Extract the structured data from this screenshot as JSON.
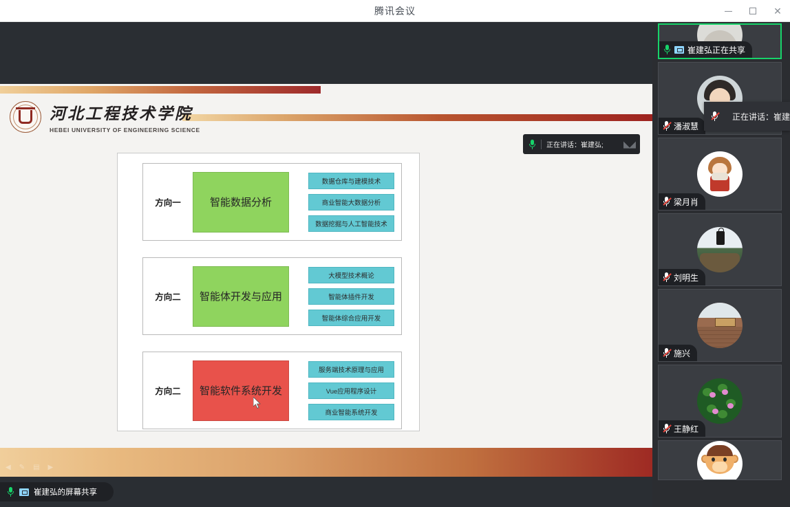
{
  "window": {
    "title": "腾讯会议",
    "minimize_label": "最小化",
    "maximize_label": "最大化",
    "close_label": "关闭"
  },
  "slide": {
    "brand_cn": "河北工程技术学院",
    "brand_en": "HEBEI UNIVERSITY OF ENGINEERING SCIENCE",
    "rows": [
      {
        "direction": "方向一",
        "main": "智能数据分析",
        "main_color": "#8fd45e",
        "subs": [
          "数据仓库与建模技术",
          "商业智能大数据分析",
          "数据挖掘与人工智能技术"
        ]
      },
      {
        "direction": "方向二",
        "main": "智能体开发与应用",
        "main_color": "#8fd45e",
        "subs": [
          "大模型技术概论",
          "智能体插件开发",
          "智能体综合应用开发"
        ]
      },
      {
        "direction": "方向二",
        "main": "智能软件系统开发",
        "main_color": "#e8524b",
        "subs": [
          "服务端技术原理与应用",
          "Vue应用程序设计",
          "商业智能系统开发"
        ]
      }
    ],
    "sub_color": "#62c9d3",
    "nav_icons": [
      "prev-icon",
      "pen-icon",
      "menu-icon",
      "next-icon"
    ]
  },
  "speaker_pill": {
    "label": "正在讲话：崔建弘;",
    "mic_icon": "microphone-icon",
    "wave_icon": "audio-wave-icon"
  },
  "share_badge": {
    "label": "崔建弘的屏幕共享",
    "mic_icon": "microphone-icon",
    "screen_icon": "screen-share-icon"
  },
  "tooltip": {
    "label": "正在讲话：崔建弘;",
    "mic_icon": "microphone-muted-icon"
  },
  "rail": {
    "participants": [
      {
        "name": "崔建弘正在共享",
        "mic": "on",
        "sharing": true,
        "speaking": true,
        "avatar": "av-crown"
      },
      {
        "name": "潘淑慧",
        "mic": "off",
        "sharing": false,
        "speaking": false,
        "avatar": "av-person"
      },
      {
        "name": "梁月肖",
        "mic": "off",
        "sharing": false,
        "speaking": false,
        "avatar": "av-girl"
      },
      {
        "name": "刘明生",
        "mic": "off",
        "sharing": false,
        "speaking": false,
        "avatar": "av-lamp"
      },
      {
        "name": "施兴",
        "mic": "off",
        "sharing": false,
        "speaking": false,
        "avatar": "av-wall"
      },
      {
        "name": "王静红",
        "mic": "off",
        "sharing": false,
        "speaking": false,
        "avatar": "av-flower"
      },
      {
        "name": "",
        "mic": "off",
        "sharing": false,
        "speaking": false,
        "avatar": "av-monkey"
      }
    ]
  },
  "colors": {
    "accent_green": "#17d46a",
    "rail_bg": "#2b2d31",
    "stage_bg": "#2a2e33"
  }
}
